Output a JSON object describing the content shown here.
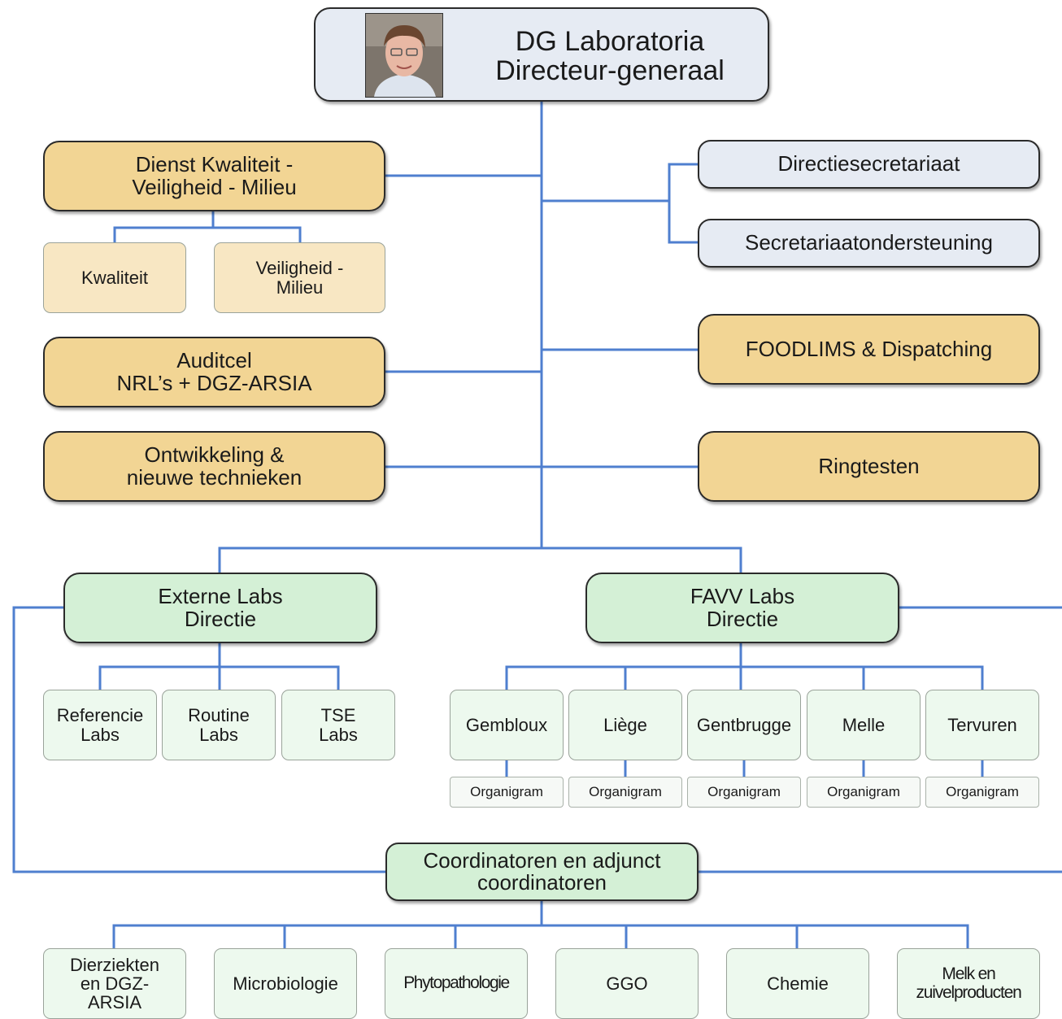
{
  "top": {
    "title_line1": "DG Laboratoria",
    "title_line2": "Directeur-generaal"
  },
  "left": {
    "kvm_line1": "Dienst Kwaliteit -",
    "kvm_line2": "Veiligheid - Milieu",
    "kwaliteit": "Kwaliteit",
    "veiligheid_line1": "Veiligheid -",
    "veiligheid_line2": "Milieu",
    "auditcel_line1": "Auditcel",
    "auditcel_line2": "NRL’s + DGZ-ARSIA",
    "ontw_line1": "Ontwikkeling &",
    "ontw_line2": "nieuwe technieken"
  },
  "right": {
    "directiesecretariaat": "Directiesecretariaat",
    "secretariaatondersteuning": "Secretariaatondersteuning",
    "foodlims": "FOODLIMS & Dispatching",
    "ringtesten": "Ringtesten"
  },
  "externe": {
    "line1": "Externe Labs",
    "line2": "Directie",
    "labs": [
      {
        "line1": "Referencie",
        "line2": "Labs"
      },
      {
        "line1": "Routine",
        "line2": "Labs"
      },
      {
        "line1": "TSE",
        "line2": "Labs"
      }
    ]
  },
  "favv": {
    "line1": "FAVV Labs",
    "line2": "Directie",
    "labs": [
      "Gembloux",
      "Liège",
      "Gentbrugge",
      "Melle",
      "Tervuren"
    ],
    "organigram": "Organigram"
  },
  "coord": {
    "line1": "Coordinatoren en adjunct",
    "line2": "coordinatoren",
    "areas": [
      {
        "lines": [
          "Dierziekten",
          "en DGZ-",
          "ARSIA"
        ]
      },
      {
        "lines": [
          "Microbiologie"
        ]
      },
      {
        "lines": [
          "Phytopathologie"
        ]
      },
      {
        "lines": [
          "GGO"
        ]
      },
      {
        "lines": [
          "Chemie"
        ]
      },
      {
        "lines": [
          "Melk en",
          "zuivelproducten"
        ]
      }
    ]
  }
}
